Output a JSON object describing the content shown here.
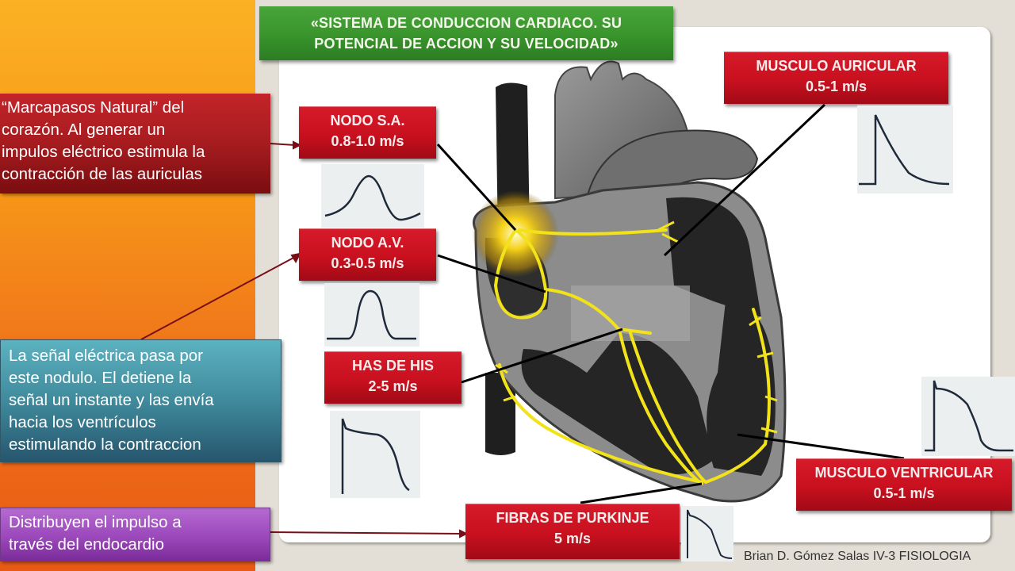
{
  "title": "«SISTEMA DE CONDUCCION CARDIACO. SU POTENCIAL DE ACCION Y SU VELOCIDAD»",
  "title_lines": [
    "«SISTEMA DE CONDUCCION CARDIACO. SU",
    "POTENCIAL DE ACCION Y SU VELOCIDAD»"
  ],
  "labels": {
    "nodo_sa": {
      "name": "NODO S.A.",
      "speed": "0.8-1.0  m/s",
      "waveform": "smooth-bell"
    },
    "nodo_av": {
      "name": "NODO A.V.",
      "speed": "0.3-0.5  m/s",
      "waveform": "smooth-bell"
    },
    "has_de_his": {
      "name": "HAS DE HIS",
      "speed": "2-5 m/s",
      "waveform": "plateau"
    },
    "musculo_auricular": {
      "name": "MUSCULO AURICULAR",
      "speed": "0.5-1  m/s",
      "waveform": "spike-decay"
    },
    "musculo_ventricular": {
      "name": "MUSCULO VENTRICULAR",
      "speed": "0.5-1  m/s",
      "waveform": "plateau"
    },
    "fibras_purkinje": {
      "name": "FIBRAS DE PURKINJE",
      "speed": "5 m/s",
      "waveform": "plateau"
    }
  },
  "notes": {
    "marcapasos": [
      "“Marcapasos Natural”   del",
      "corazón. Al generar un",
      "impulos eléctrico estimula la",
      "contracción de las auriculas"
    ],
    "nodulo": [
      "La señal eléctrica pasa por",
      "este nodulo. El detiene la",
      "señal un instante y las envía",
      "hacia los ventrículos",
      "estimulando la contraccion"
    ],
    "distribuyen": [
      "Distribuyen el impulso a",
      "través del endocardio"
    ]
  },
  "credit": "Brian D. Gómez Salas IV-3 FISIOLOGIA",
  "colors": {
    "title_green": "#3a962d",
    "label_red": "#c8101f",
    "conduction_yellow": "#f2e21a",
    "heart_gray": "#8a8a8a",
    "heart_dark": "#2b2b2b"
  }
}
